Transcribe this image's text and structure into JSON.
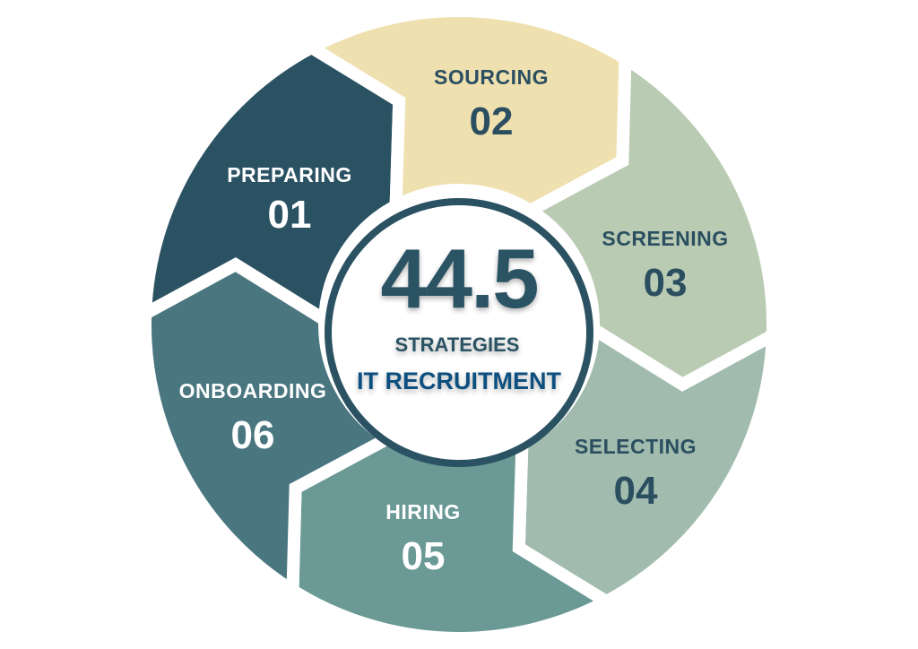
{
  "center": {
    "value": "44.5",
    "subtitle": "STRATEGIES",
    "title": "IT RECRUITMENT",
    "value_color": "#2b5263",
    "title_color": "#0f4f7e"
  },
  "segments": [
    {
      "name": "PREPARING",
      "number": "01",
      "fill": "#2b5263",
      "text": "#ffffff"
    },
    {
      "name": "SOURCING",
      "number": "02",
      "fill": "#efe0b0",
      "text": "#2b4f60"
    },
    {
      "name": "SCREENING",
      "number": "03",
      "fill": "#b9cbb3",
      "text": "#2b4f60"
    },
    {
      "name": "SELECTING",
      "number": "04",
      "fill": "#a1bcae",
      "text": "#2b4f60"
    },
    {
      "name": "HIRING",
      "number": "05",
      "fill": "#6a9996",
      "text": "#ffffff"
    },
    {
      "name": "ONBOARDING",
      "number": "06",
      "fill": "#4a7680",
      "text": "#ffffff"
    }
  ]
}
